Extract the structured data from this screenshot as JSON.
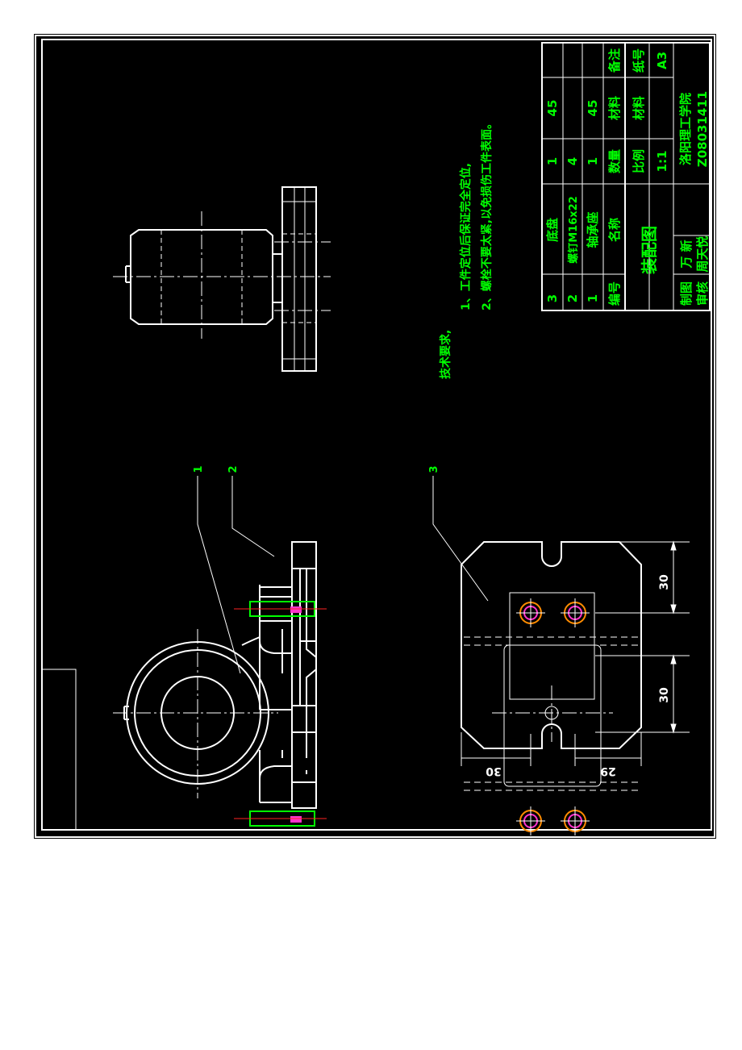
{
  "drawing": {
    "tech_requirements": {
      "heading": "技术要求,",
      "item1": "1、工件定位后保证完全定位,",
      "item2": "2、螺栓不要太紧,以免损伤工件表面。"
    },
    "balloons": {
      "b1": "1",
      "b2": "2",
      "b3": "3"
    },
    "dimensions": {
      "d30_top": "30",
      "d30_bottom": "30",
      "d30_left": "30",
      "d29": "29"
    }
  },
  "title_block": {
    "bom_rows": [
      {
        "no": "3",
        "name": "底盘",
        "qty": "1",
        "material": "45",
        "note": ""
      },
      {
        "no": "2",
        "name": "螺钉M16x22",
        "qty": "4",
        "material": "",
        "note": ""
      },
      {
        "no": "1",
        "name": "轴承座",
        "qty": "1",
        "material": "45",
        "note": ""
      }
    ],
    "header": {
      "no": "编号",
      "name": "名称",
      "qty": "数量",
      "material": "材料",
      "note": "备注"
    },
    "drawing_title": "装配图",
    "scale_label": "比例",
    "scale_value": "1:1",
    "material_label": "材料",
    "sheet_label": "纸号",
    "sheet_value": "A3",
    "drawn_label": "制图",
    "drawn_name": "万 新",
    "checked_label": "审核",
    "checked_name": "周天悦",
    "school": "洛阳理工学院",
    "code": "Z08031411"
  },
  "colors": {
    "bg": "#000000",
    "line": "#ffffff",
    "text": "#00ff00",
    "center": "#ffffff"
  }
}
